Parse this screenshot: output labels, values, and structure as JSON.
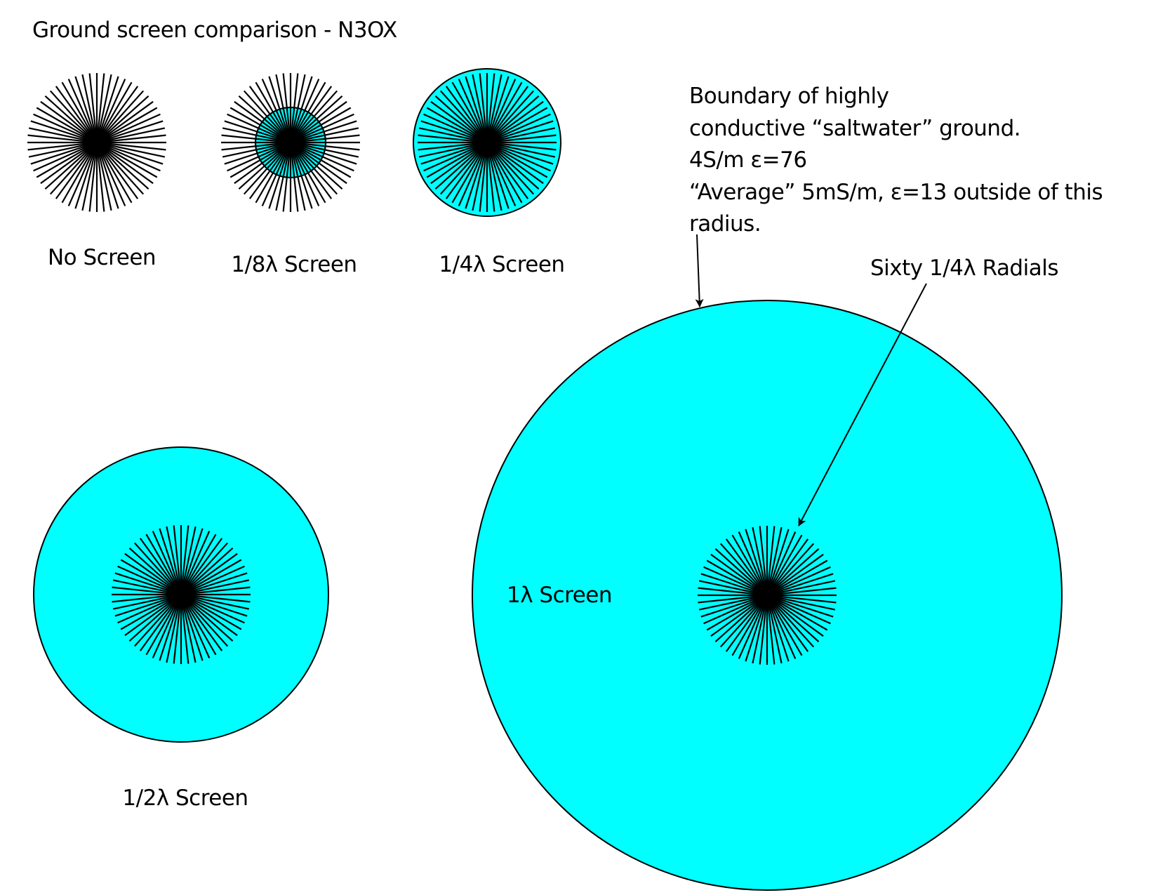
{
  "title": "Ground screen comparison - N3OX",
  "colors": {
    "screen_fill": "#00ffff",
    "outline": "#000000",
    "radial": "#000000",
    "background": "#ffffff"
  },
  "radials_per_antenna": 60,
  "screens": [
    {
      "id": "none",
      "label": "No Screen",
      "screen_size_wavelengths": 0
    },
    {
      "id": "eighth",
      "label": "1/8λ Screen",
      "screen_size_wavelengths": 0.125
    },
    {
      "id": "quarter",
      "label": "1/4λ Screen",
      "screen_size_wavelengths": 0.25
    },
    {
      "id": "half",
      "label": "1/2λ Screen",
      "screen_size_wavelengths": 0.5
    },
    {
      "id": "one",
      "label": "1λ Screen",
      "screen_size_wavelengths": 1
    }
  ],
  "annotations": {
    "boundary_note_lines": [
      "Boundary of highly",
      "conductive “saltwater” ground.",
      "4S/m ε=76",
      "“Average” 5mS/m, ε=13 outside of this",
      "radius."
    ],
    "radials_label": "Sixty 1/4λ Radials"
  }
}
